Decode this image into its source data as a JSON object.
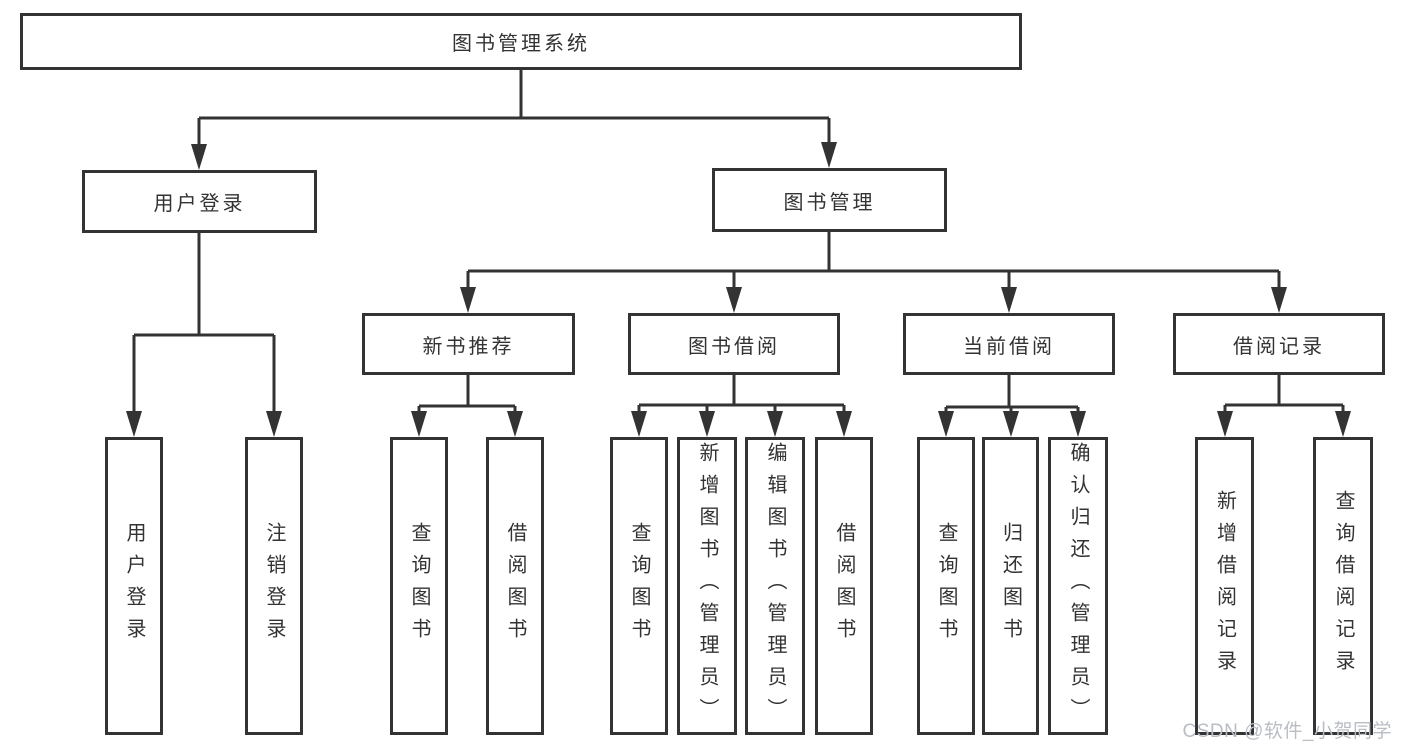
{
  "diagram": {
    "root": "图书管理系统",
    "level2": [
      "用户登录",
      "图书管理"
    ],
    "level3": [
      "新书推荐",
      "图书借阅",
      "当前借阅",
      "借阅记录"
    ],
    "leaves": {
      "login": [
        "用户登录",
        "注销登录"
      ],
      "recommend": [
        "查询图书",
        "借阅图书"
      ],
      "borrow": [
        "查询图书",
        "新增图书（管理员）",
        "编辑图书（管理员）",
        "借阅图书"
      ],
      "current": [
        "查询图书",
        "归还图书",
        "确认归还（管理员）"
      ],
      "records": [
        "新增借阅记录",
        "查询借阅记录"
      ]
    }
  },
  "watermark": "CSDN @软件_小贺同学",
  "colors": {
    "line": "#333333",
    "text": "#333333",
    "box_background": "#ffffff",
    "page_background": "#ffffff",
    "watermark": "#b9bdc4"
  }
}
